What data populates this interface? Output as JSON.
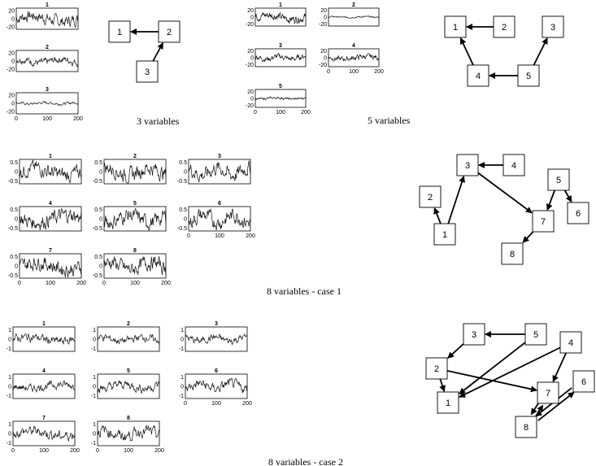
{
  "captions": [
    "3 variables",
    "5 variables",
    "8 variables  - case 1",
    "8 variables  - case 2"
  ],
  "panels": {
    "three": [
      {
        "title": "1",
        "amp": 0.55,
        "yticks": [
          "20",
          "0",
          "-20"
        ],
        "xticks": []
      },
      {
        "title": "2",
        "amp": 0.35,
        "yticks": [
          "20",
          "0",
          "-20"
        ],
        "xticks": []
      },
      {
        "title": "3",
        "amp": 0.12,
        "yticks": [
          "20",
          "0",
          "-20"
        ],
        "xticks": [
          "0",
          "100",
          "200"
        ]
      }
    ],
    "five": [
      {
        "title": "1",
        "amp": 0.45,
        "yticks": [
          "20",
          "0",
          "-20"
        ],
        "xticks": []
      },
      {
        "title": "2",
        "amp": 0.08,
        "yticks": [
          "20",
          "0",
          "-20"
        ],
        "xticks": []
      },
      {
        "title": "3",
        "amp": 0.3,
        "yticks": [
          "20",
          "0",
          "-20"
        ],
        "xticks": []
      },
      {
        "title": "4",
        "amp": 0.28,
        "yticks": [
          "20",
          "0",
          "-20"
        ],
        "xticks": [
          "0",
          "100",
          "200"
        ]
      },
      {
        "title": "5",
        "amp": 0.12,
        "yticks": [
          "20",
          "0",
          "-20"
        ],
        "xticks": [
          "0",
          "100",
          "200"
        ]
      }
    ],
    "case1": [
      {
        "title": "1",
        "amp": 0.6,
        "yticks": [
          "0.5",
          "0",
          "-0.5"
        ],
        "xticks": []
      },
      {
        "title": "2",
        "amp": 0.6,
        "yticks": [
          "0.5",
          "0",
          "-0.5"
        ],
        "xticks": []
      },
      {
        "title": "3",
        "amp": 0.6,
        "yticks": [
          "0.5",
          "0",
          "-0.5"
        ],
        "xticks": []
      },
      {
        "title": "4",
        "amp": 0.6,
        "yticks": [
          "0.5",
          "0",
          "-0.5"
        ],
        "xticks": []
      },
      {
        "title": "5",
        "amp": 0.6,
        "yticks": [
          "0.5",
          "0",
          "-0.5"
        ],
        "xticks": []
      },
      {
        "title": "6",
        "amp": 0.6,
        "yticks": [
          "0.5",
          "0",
          "-0.5"
        ],
        "xticks": [
          "0",
          "100",
          "200"
        ]
      },
      {
        "title": "7",
        "amp": 0.6,
        "yticks": [
          "0.5",
          "0",
          "-0.5"
        ],
        "xticks": [
          "0",
          "100",
          "200"
        ]
      },
      {
        "title": "8",
        "amp": 0.6,
        "yticks": [
          "0.5",
          "0",
          "-0.5"
        ],
        "xticks": [
          "0",
          "100",
          "200"
        ]
      }
    ],
    "case2": [
      {
        "title": "1",
        "amp": 0.35,
        "yticks": [
          "1",
          "0",
          "-1"
        ],
        "xticks": []
      },
      {
        "title": "2",
        "amp": 0.3,
        "yticks": [
          "1",
          "0",
          "-1"
        ],
        "xticks": []
      },
      {
        "title": "3",
        "amp": 0.3,
        "yticks": [
          "1",
          "0",
          "-1"
        ],
        "xticks": []
      },
      {
        "title": "4",
        "amp": 0.3,
        "yticks": [
          "1",
          "0",
          "-1"
        ],
        "xticks": []
      },
      {
        "title": "5",
        "amp": 0.35,
        "yticks": [
          "1",
          "0",
          "-1"
        ],
        "xticks": []
      },
      {
        "title": "6",
        "amp": 0.4,
        "yticks": [
          "1",
          "0",
          "-1"
        ],
        "xticks": [
          "0",
          "100",
          "200"
        ]
      },
      {
        "title": "7",
        "amp": 0.4,
        "yticks": [
          "1",
          "0",
          "-1"
        ],
        "xticks": [
          "0",
          "100",
          "200"
        ]
      },
      {
        "title": "8",
        "amp": 0.45,
        "yticks": [
          "1",
          "0",
          "-1"
        ],
        "xticks": [
          "0",
          "100",
          "200"
        ]
      }
    ]
  },
  "graphs": {
    "three": {
      "nodes": [
        "1",
        "2",
        "3"
      ],
      "edges": [
        [
          "2",
          "1"
        ],
        [
          "3",
          "2"
        ]
      ]
    },
    "five": {
      "nodes": [
        "1",
        "2",
        "3",
        "4",
        "5"
      ],
      "edges": [
        [
          "2",
          "1"
        ],
        [
          "4",
          "1"
        ],
        [
          "5",
          "4"
        ],
        [
          "5",
          "3"
        ]
      ]
    },
    "case1": {
      "nodes": [
        "1",
        "2",
        "3",
        "4",
        "5",
        "6",
        "7",
        "8"
      ],
      "edges": [
        [
          "4",
          "3"
        ],
        [
          "1",
          "3"
        ],
        [
          "1",
          "2"
        ],
        [
          "3",
          "7"
        ],
        [
          "5",
          "7"
        ],
        [
          "5",
          "6"
        ],
        [
          "7",
          "8"
        ]
      ]
    },
    "case2": {
      "nodes": [
        "1",
        "2",
        "3",
        "4",
        "5",
        "6",
        "7",
        "8"
      ],
      "edges": [
        [
          "5",
          "3"
        ],
        [
          "3",
          "2"
        ],
        [
          "2",
          "1"
        ],
        [
          "2",
          "7"
        ],
        [
          "5",
          "1"
        ],
        [
          "4",
          "1"
        ],
        [
          "4",
          "7"
        ],
        [
          "7",
          "8"
        ],
        [
          "8",
          "7"
        ],
        [
          "8",
          "6"
        ],
        [
          "6",
          "8"
        ]
      ]
    }
  }
}
